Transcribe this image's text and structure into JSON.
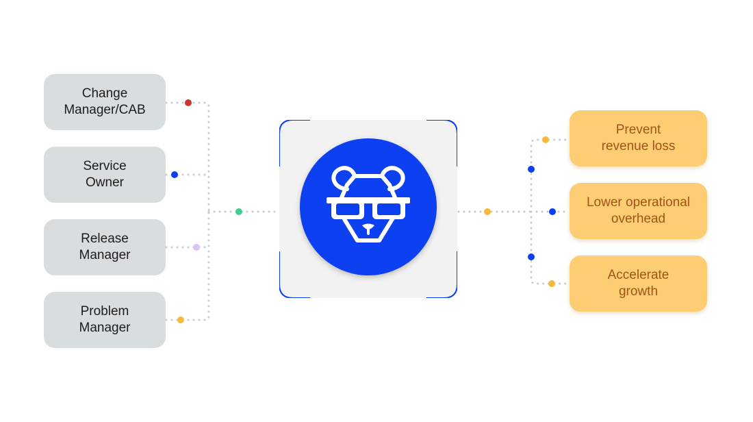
{
  "roles": [
    {
      "label": "Change\nManager/CAB",
      "dot_color": "#c8372d"
    },
    {
      "label": "Service\nOwner",
      "dot_color": "#0a3ff0"
    },
    {
      "label": "Release\nManager",
      "dot_color": "#d8c4f4"
    },
    {
      "label": "Problem\nManager",
      "dot_color": "#f6b93b"
    }
  ],
  "hub": {
    "logo_icon": "panda-with-sunglasses-icon",
    "circle_color": "#0a3ff0",
    "corner_color": "#0a3ff0"
  },
  "outcomes": [
    {
      "label": "Prevent\nrevenue loss"
    },
    {
      "label": "Lower operational\noverhead"
    },
    {
      "label": "Accelerate\ngrowth"
    }
  ],
  "colors": {
    "connector_dots": "#c9cccf",
    "left_junction": "#3ecf8e",
    "right_junction": "#f6b93b",
    "right_branch": "#0a3ff0",
    "outcome_entry": "#f6b93b"
  }
}
